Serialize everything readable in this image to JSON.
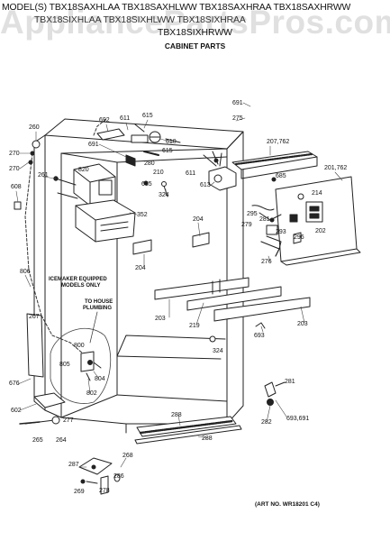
{
  "header": {
    "line1": "MODEL(S) TBX18SAXHLAA TBX18SAXHLWW TBX18SAXHRAA TBX18SAXHRWW",
    "line2": "TBX18SIXHLAA TBX18SIXHLWW TBX18SIXHRAA",
    "line3": "TBX18SIXHRWW",
    "section_title": "CABINET PARTS"
  },
  "watermark": "AppliancePartsPros.com",
  "notes": {
    "icemaker_line1": "ICEMAKER EQUIPPED",
    "icemaker_line2": "MODELS ONLY",
    "house_line1": "TO HOUSE",
    "house_line2": "PLUMBING"
  },
  "art_number": "(ART NO. WR18201 C4)",
  "part_labels": {
    "p691a": "691",
    "p275": "275",
    "p692": "692",
    "p611a": "611",
    "p615a": "615",
    "p691b": "691",
    "p610": "610",
    "p260": "260",
    "p270a": "270",
    "p280": "280",
    "p615b": "615",
    "p207": "207,762",
    "p270b": "270",
    "p820": "820",
    "p210": "210",
    "p611b": "611",
    "p685a": "685",
    "p201": "201,762",
    "p261": "261",
    "p685b": "685",
    "p324a": "324",
    "p613": "613",
    "p214": "214",
    "p608": "608",
    "p352": "352",
    "p204a": "204",
    "p295": "295",
    "p279": "279",
    "p281a": "281",
    "p202": "202",
    "p293": "293",
    "p296": "296",
    "p204b": "204",
    "p806": "806",
    "p276": "276",
    "p203a": "203",
    "p219": "219",
    "p203b": "203",
    "p267": "267",
    "p693a": "693",
    "p800": "800",
    "p805": "805",
    "p324b": "324",
    "p676": "676",
    "p804": "804",
    "p802": "802",
    "p281b": "281",
    "p602": "602",
    "p277": "277",
    "p288a": "288",
    "p282": "282",
    "p693b": "693,691",
    "p265": "265",
    "p264": "264",
    "p288b": "288",
    "p287": "287",
    "p268": "268",
    "p286": "286",
    "p269": "269",
    "p278": "278"
  }
}
